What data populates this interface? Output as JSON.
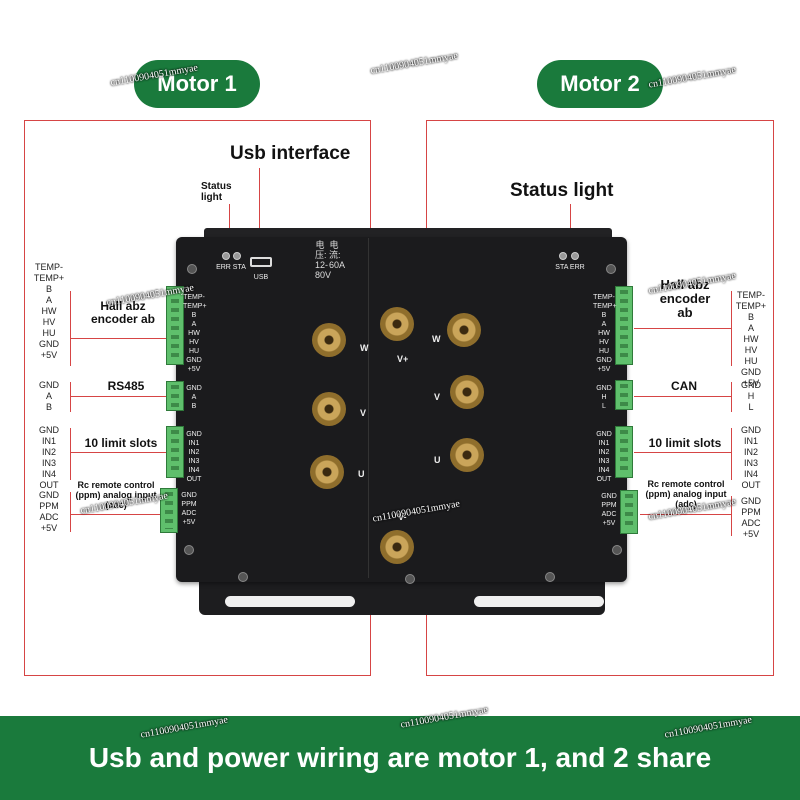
{
  "motor1": {
    "title": "Motor 1",
    "usb_label": "Usb interface",
    "status_label": "Status\nlight",
    "hall_label": "Hall abz\nencoder ab",
    "comm_label": "RS485",
    "limit_label": "10 limit slots",
    "rc_label": "Rc remote control\n(ppm) analog input\n(adc)",
    "hall_pins": "TEMP-\nTEMP+\nB\nA\nHW\nHV\nHU\nGND\n+5V",
    "comm_pins": "GND\nA\nB",
    "limit_pins": "GND\nIN1\nIN2\nIN3\nIN4\nOUT",
    "rc_pins": "GND\nPPM\nADC\n+5V"
  },
  "motor2": {
    "title": "Motor 2",
    "status_label": "Status light",
    "hall_label": "Hall abz\nencoder\nab",
    "comm_label": "CAN",
    "limit_label": "10 limit slots",
    "rc_label": "Rc remote control\n(ppm) analog input\n(adc)",
    "hall_pins": "TEMP-\nTEMP+\nB\nA\nHW\nHV\nHU\nGND\n+5V",
    "comm_pins": "GND\nH\nL",
    "limit_pins": "GND\nIN1\nIN2\nIN3\nIN4\nOUT",
    "rc_pins": "GND\nPPM\nADC\n+5V"
  },
  "board": {
    "led_left_labels": "ERR STA",
    "led_right_labels": "STA ERR",
    "usb_port_label": "USB",
    "voltage_text": "电压: 12-80V",
    "current_text": "电流: 60A",
    "phases_left": [
      "W",
      "V",
      "U"
    ],
    "phases_right": [
      "W",
      "V",
      "U"
    ],
    "vplus": "V+",
    "vminus": "V-"
  },
  "footer": {
    "text": "Usb and power wiring are motor 1, and 2 share"
  },
  "watermark": "cn1100904051mmyae",
  "colors": {
    "brand_green": "#1a7a3c",
    "frame_red": "#d64545",
    "board_black": "#1b1b1d",
    "terminal_green": "#5fbf6c",
    "post_brass": "#caa55a"
  }
}
